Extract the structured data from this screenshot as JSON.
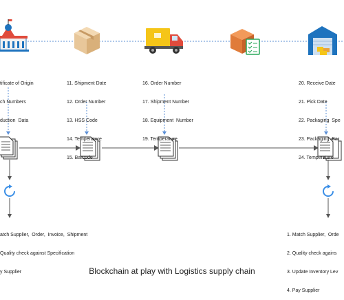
{
  "columns": [
    {
      "icon": "government-building-icon",
      "items": [
        "tificate of Origin",
        "ch Numbers",
        "duction  Data"
      ]
    },
    {
      "icon": "cardboard-box-icon",
      "items": [
        "11. Shipment Date",
        "12. Order Number",
        "13. HSS Code",
        "14. Temperature",
        "15. Barcode"
      ]
    },
    {
      "icon": "delivery-truck-icon",
      "items": [
        "16. Order Number",
        "17. Shipment Number",
        "18. Equipment  Number",
        "19. Temperature"
      ]
    },
    {
      "icon": "package-checklist-icon",
      "items": []
    },
    {
      "icon": "warehouse-icon",
      "items": [
        "20. Receive Date",
        "21. Pick Date",
        "22. Packaging  Spe",
        "23. Packaging  Bar",
        "24. Temperature"
      ]
    }
  ],
  "left_actions": [
    "atch Supplier,  Order,  Invoice,  Shipment",
    "Quality check against Specification",
    "y Supplier"
  ],
  "right_actions": [
    "1. Match Supplier,  Orde",
    "2. Quality check agains",
    "3. Update Inventory Lev",
    "4. Pay Supplier"
  ],
  "caption": "Blockchain at play with  Logistics supply chain",
  "colors": {
    "dashed": "#5b8fd6",
    "arrow": "#555555",
    "refresh": "#3a8ee6",
    "icon_blue": "#1e73be",
    "icon_red": "#e04b3c",
    "box_tan": "#e8c79a",
    "truck_yellow": "#f5c518",
    "box_orange": "#e07b39",
    "green": "#2aa85a"
  }
}
